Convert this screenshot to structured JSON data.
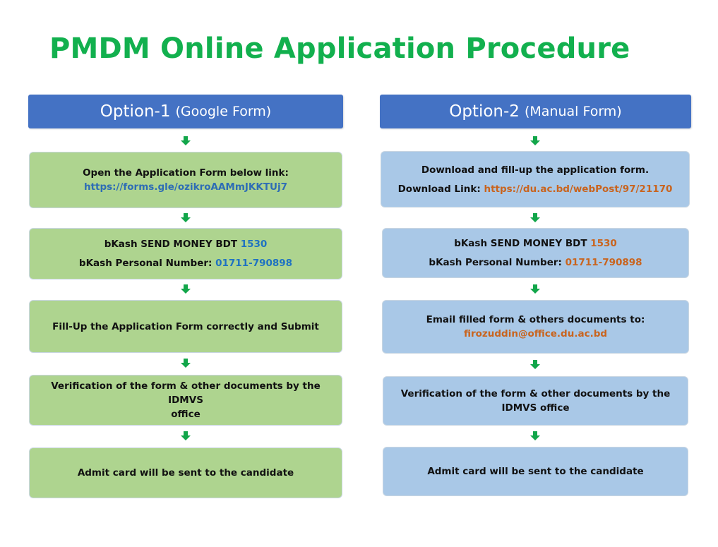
{
  "title": "PMDM Online Application Procedure",
  "option1": {
    "header_main": "Option-1",
    "header_sub": "(Google Form)",
    "step1": {
      "text": "Open the Application Form below link:",
      "link": "https://forms.gle/ozikroAAMmJKKTUj7"
    },
    "step2": {
      "line1_label": "bKash SEND MONEY BDT",
      "line1_value": "1530",
      "line2_label": "bKash Personal Number:",
      "line2_value": "01711-790898"
    },
    "step3": {
      "text": "Fill-Up the Application Form correctly and Submit"
    },
    "step4": {
      "line1": "Verification of the form & other documents by the IDMVS",
      "line2": "office"
    },
    "step5": {
      "text": "Admit card will be sent to the candidate"
    }
  },
  "option2": {
    "header_main": "Option-2",
    "header_sub": "(Manual Form)",
    "step1": {
      "text": "Download and fill-up the application form.",
      "link_label": "Download Link:",
      "link": "https://du.ac.bd/webPost/97/21170"
    },
    "step2": {
      "line1_label": "bKash SEND MONEY BDT",
      "line1_value": "1530",
      "line2_label": "bKash Personal Number:",
      "line2_value": "01711-790898"
    },
    "step3": {
      "text": "Email filled form & others documents to:",
      "email": "firozuddin@office.du.ac.bd"
    },
    "step4": {
      "line1": "Verification of the form & other documents by the",
      "line2": "IDMVS office"
    },
    "step5": {
      "text": "Admit card will be sent to the candidate"
    }
  },
  "colors": {
    "title_green": "#12b04e",
    "header_blue": "#4472c4",
    "box_green": "#aed48f",
    "box_blue": "#a9c8e7",
    "arrow_green": "#12a64a",
    "accent_blue": "#1e72c2",
    "accent_orange": "#c9641e"
  },
  "icons": {
    "arrow": "down-arrow-icon"
  }
}
